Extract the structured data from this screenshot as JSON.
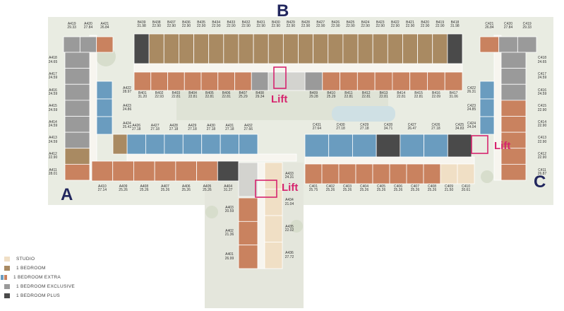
{
  "buildings": [
    "A",
    "B",
    "C"
  ],
  "lift_label": "Lift",
  "legend": [
    {
      "label": "STUDIO",
      "color": "#f0dfc5"
    },
    {
      "label": "1 BEDROOM",
      "color": "#a98a62"
    },
    {
      "label": "1 BEDROOM EXTRA",
      "color": "#6a9cbf",
      "color2": "#c9825f"
    },
    {
      "label": "1 BEDROOM EXCLUSIVE",
      "color": "#9a9a9a"
    },
    {
      "label": "1 BEDROOM PLUS",
      "color": "#4a4a4a"
    }
  ],
  "units": {
    "b_top": [
      [
        "B439",
        "31.98"
      ],
      [
        "B438",
        "22.90"
      ],
      [
        "B437",
        "22.90"
      ],
      [
        "B436",
        "22.90"
      ],
      [
        "B435",
        "22.90"
      ],
      [
        "B434",
        "22.90"
      ],
      [
        "B433",
        "22.90"
      ],
      [
        "B432",
        "22.90"
      ],
      [
        "B431",
        "22.90"
      ],
      [
        "B430",
        "22.90"
      ],
      [
        "B429",
        "22.90"
      ],
      [
        "B428",
        "22.90"
      ],
      [
        "B427",
        "22.90"
      ],
      [
        "B426",
        "22.90"
      ],
      [
        "B425",
        "22.90"
      ],
      [
        "B424",
        "22.90"
      ],
      [
        "B423",
        "22.90"
      ],
      [
        "B422",
        "22.90"
      ],
      [
        "B421",
        "22.90"
      ],
      [
        "B420",
        "22.90"
      ],
      [
        "B419",
        "22.90"
      ],
      [
        "B418",
        "31.98"
      ]
    ],
    "b_mid_left": [
      [
        "B401",
        "31.20"
      ],
      [
        "B402",
        "22.93"
      ],
      [
        "B403",
        "22.81"
      ],
      [
        "B404",
        "22.81"
      ],
      [
        "B405",
        "22.81"
      ],
      [
        "B406",
        "22.81"
      ],
      [
        "B407",
        "25.29"
      ],
      [
        "B408",
        "29.34"
      ]
    ],
    "b_mid_right": [
      [
        "B409",
        "29.28"
      ],
      [
        "B410",
        "25.29"
      ],
      [
        "B411",
        "22.81"
      ],
      [
        "B412",
        "22.81"
      ],
      [
        "B413",
        "22.81"
      ],
      [
        "B414",
        "22.81"
      ],
      [
        "B415",
        "22.81"
      ],
      [
        "B416",
        "22.09"
      ],
      [
        "B417",
        "31.06"
      ]
    ],
    "a_top": [
      [
        "A419",
        "29.33"
      ],
      [
        "A420",
        "27.84"
      ],
      [
        "A421",
        "26.84"
      ]
    ],
    "a_left": [
      [
        "A418",
        "24.65"
      ],
      [
        "A417",
        "24.59"
      ],
      [
        "A416",
        "24.59"
      ],
      [
        "A415",
        "24.59"
      ],
      [
        "A414",
        "24.59"
      ],
      [
        "A413",
        "24.59"
      ],
      [
        "A412",
        "22.90"
      ],
      [
        "A411",
        "28.01"
      ]
    ],
    "a_inner": [
      [
        "A422",
        "28.97"
      ],
      [
        "A423",
        "24.86"
      ],
      [
        "A424",
        "25.42"
      ]
    ],
    "a_blue_row": [
      [
        "A426",
        "27.18"
      ],
      [
        "A427",
        "27.18"
      ],
      [
        "A428",
        "27.18"
      ],
      [
        "A429",
        "27.18"
      ],
      [
        "A430",
        "27.18"
      ],
      [
        "A431",
        "27.18"
      ],
      [
        "A432",
        "27.66"
      ]
    ],
    "a_bottom_row": [
      [
        "A410",
        "27.14"
      ],
      [
        "A409",
        "25.26"
      ],
      [
        "A408",
        "25.26"
      ],
      [
        "A407",
        "25.26"
      ],
      [
        "A406",
        "25.26"
      ],
      [
        "A405",
        "25.26"
      ],
      [
        "A404",
        "31.27"
      ]
    ],
    "a_wing_left": [
      [
        "A403",
        "20.59"
      ],
      [
        "A402",
        "21.36"
      ],
      [
        "A401",
        "26.99"
      ]
    ],
    "a_wing_right": [
      [
        "A433",
        "24.31"
      ],
      [
        "A434",
        "21.04"
      ],
      [
        "A435",
        "22.02"
      ],
      [
        "A436",
        "27.72"
      ]
    ],
    "c_top": [
      [
        "C421",
        "26.84"
      ],
      [
        "C420",
        "27.84"
      ],
      [
        "C419",
        "29.33"
      ]
    ],
    "c_right": [
      [
        "C418",
        "24.65"
      ],
      [
        "C417",
        "24.59"
      ],
      [
        "C416",
        "24.59"
      ],
      [
        "C415",
        "22.90"
      ],
      [
        "C414",
        "22.90"
      ],
      [
        "C413",
        "22.90"
      ],
      [
        "C412",
        "22.90"
      ],
      [
        "C411",
        "26.87"
      ]
    ],
    "c_inner": [
      [
        "C422",
        "26.31"
      ],
      [
        "C423",
        "24.85"
      ],
      [
        "C424",
        "24.04"
      ]
    ],
    "c_blue_row": [
      [
        "C431",
        "27.64"
      ],
      [
        "C430",
        "27.18"
      ],
      [
        "C429",
        "27.18"
      ],
      [
        "C428",
        "34.71"
      ],
      [
        "C427",
        "26.47"
      ],
      [
        "C426",
        "27.18"
      ],
      [
        "C425",
        "34.83"
      ]
    ],
    "c_bottom_row": [
      [
        "C401",
        "25.75"
      ],
      [
        "C402",
        "25.26"
      ],
      [
        "C403",
        "25.26"
      ],
      [
        "C404",
        "25.26"
      ],
      [
        "C405",
        "25.26"
      ],
      [
        "C406",
        "25.26"
      ],
      [
        "C407",
        "25.26"
      ],
      [
        "C408",
        "25.26"
      ],
      [
        "C409",
        "21.50"
      ],
      [
        "C410",
        "20.61"
      ]
    ]
  }
}
